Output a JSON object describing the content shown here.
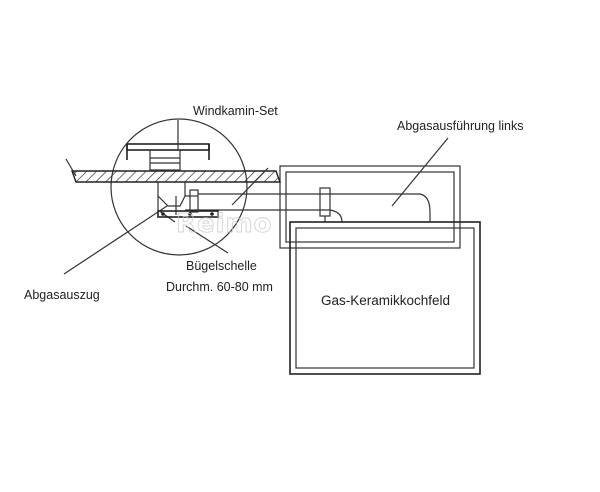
{
  "labels": {
    "windkamin": "Windkamin-Set",
    "abgasausfuehrung": "Abgasausführung links",
    "abgasauszug": "Abgasauszug",
    "buegelschelle_line1": "Bügelschelle",
    "buegelschelle_line2": "Durchm. 60-80 mm",
    "kochfeld": "Gas-Keramikkochfeld"
  },
  "watermark": "Reimo"
}
